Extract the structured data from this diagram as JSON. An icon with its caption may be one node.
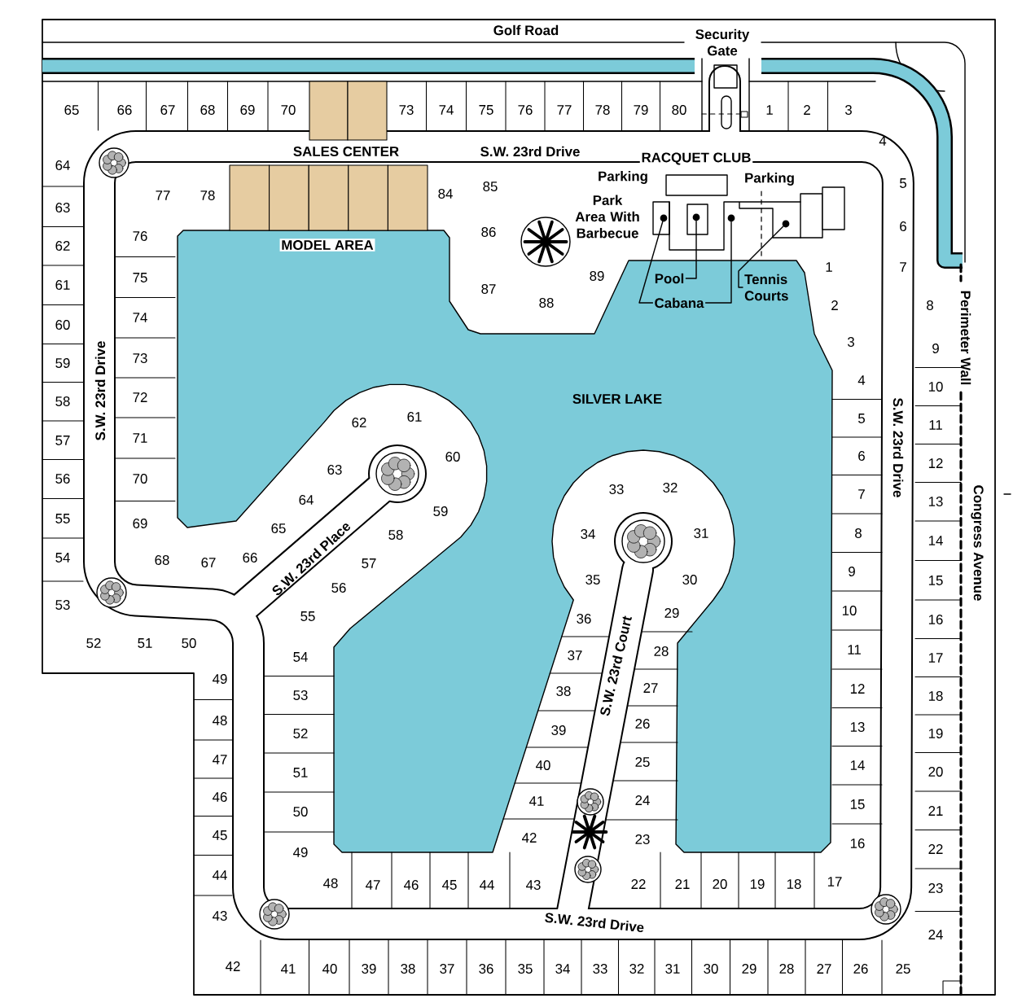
{
  "diagram": {
    "nodes": [
      {
        "text": [
          "Pool"
        ]
      },
      {
        "text": [
          "Cabana"
        ]
      },
      {
        "text": [
          "Tennis Courts"
        ]
      },
      {
        "text": [],
        "shape": "circle"
      },
      {
        "text": [],
        "shape": "circle"
      },
      {
        "text": [],
        "shape": "circle"
      },
      {
        "text": [],
        "shape": "circle"
      }
    ],
    "edges": [
      {
        "from": 0,
        "to": 4,
        "arrow": "none"
      },
      {
        "from": 1,
        "to": 3,
        "arrow": "none"
      },
      {
        "from": 1,
        "to": 5,
        "arrow": "none"
      },
      {
        "from": 2,
        "to": 6,
        "arrow": "none"
      }
    ],
    "labels": [
      "Golf Road",
      "Security Gate",
      "SALES CENTER",
      "S.W. 23rd Drive",
      "RACQUET CLUB",
      "Parking",
      "Parking",
      "Park Area With Barbecue",
      "MODEL AREA",
      "SILVER LAKE",
      "S.W. 23rd Drive",
      "S.W. 23rd Place",
      "S.W. 23rd Court",
      "S.W. 23rd Drive",
      "Perimeter Wall",
      "Congress Avenue",
      "S.W. 23rd Drive",
      "65",
      "66",
      "67",
      "68",
      "69",
      "70",
      "73",
      "74",
      "75",
      "76",
      "77",
      "78",
      "79",
      "80",
      "1",
      "2",
      "3",
      "4",
      "5",
      "6",
      "7",
      "64",
      "63",
      "62",
      "61",
      "60",
      "59",
      "58",
      "57",
      "56",
      "55",
      "54",
      "53",
      "52",
      "51",
      "50",
      "77",
      "78",
      "76",
      "75",
      "74",
      "73",
      "72",
      "71",
      "70",
      "69",
      "68",
      "67",
      "66",
      "84",
      "85",
      "86",
      "87",
      "88",
      "89",
      "1",
      "2",
      "3",
      "4",
      "5",
      "6",
      "7",
      "8",
      "9",
      "10",
      "11",
      "12",
      "13",
      "14",
      "15",
      "16",
      "17",
      "8",
      "9",
      "10",
      "11",
      "12",
      "13",
      "14",
      "15",
      "16",
      "17",
      "18",
      "19",
      "20",
      "21",
      "22",
      "23",
      "24",
      "42",
      "41",
      "40",
      "39",
      "38",
      "37",
      "36",
      "35",
      "34",
      "33",
      "32",
      "31",
      "30",
      "29",
      "28",
      "27",
      "26",
      "25",
      "49",
      "48",
      "47",
      "46",
      "45",
      "44",
      "43",
      "54",
      "53",
      "52",
      "51",
      "50",
      "49",
      "48",
      "47",
      "46",
      "45",
      "44",
      "43",
      "33",
      "32",
      "34",
      "31",
      "35",
      "30",
      "36",
      "29",
      "37",
      "28",
      "38",
      "27",
      "39",
      "26",
      "40",
      "25",
      "41",
      "24",
      "42",
      "23",
      "22",
      "21",
      "20",
      "19",
      "18",
      "62",
      "61",
      "63",
      "60",
      "64",
      "59",
      "65",
      "58",
      "57",
      "56",
      "55"
    ]
  }
}
